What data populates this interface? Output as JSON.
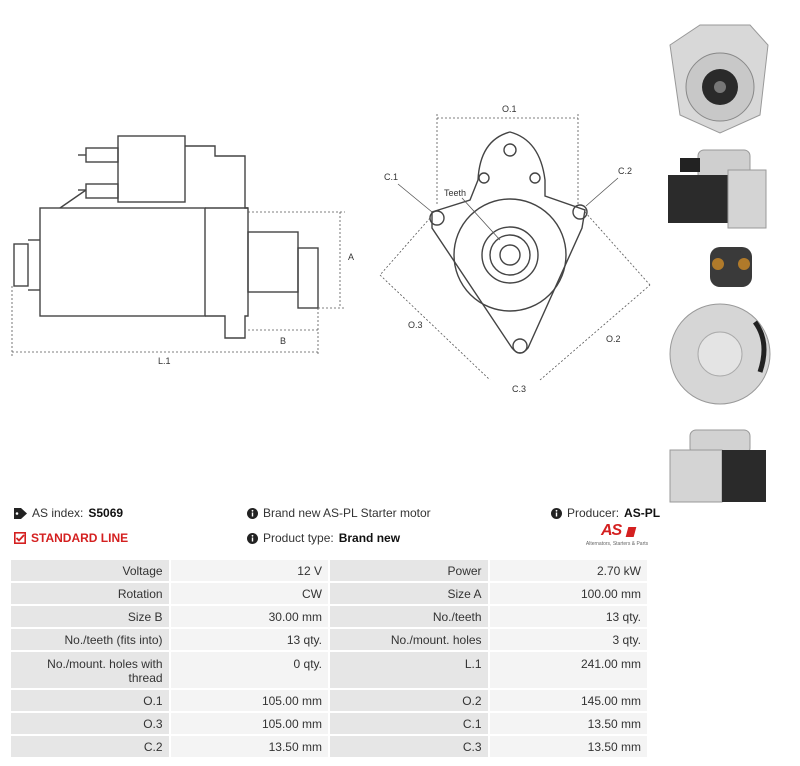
{
  "drawing_labels": {
    "A": "A",
    "B": "B",
    "L1": "L.1",
    "O1": "O.1",
    "O2": "O.2",
    "O3": "O.3",
    "C1": "C.1",
    "C2": "C.2",
    "C3": "C.3",
    "teeth": "Teeth"
  },
  "info": {
    "index_label": "AS index:",
    "index_value": "S5069",
    "standard_line": "STANDARD LINE",
    "description": "Brand new AS-PL Starter motor",
    "product_type_label": "Product type:",
    "product_type_value": "Brand new",
    "producer_label": "Producer:",
    "producer_value": "AS-PL",
    "logo_text": "AS",
    "logo_subtext": "Alternators, Starters & Parts"
  },
  "specs": [
    [
      "Voltage",
      "12 V",
      "Power",
      "2.70 kW"
    ],
    [
      "Rotation",
      "CW",
      "Size A",
      "100.00 mm"
    ],
    [
      "Size B",
      "30.00 mm",
      "No./teeth",
      "13 qty."
    ],
    [
      "No./teeth (fits into)",
      "13 qty.",
      "No./mount. holes",
      "3 qty."
    ],
    [
      "No./mount. holes with thread",
      "0 qty.",
      "L.1",
      "241.00 mm"
    ],
    [
      "O.1",
      "105.00 mm",
      "O.2",
      "145.00 mm"
    ],
    [
      "O.3",
      "105.00 mm",
      "C.1",
      "13.50 mm"
    ],
    [
      "C.2",
      "13.50 mm",
      "C.3",
      "13.50 mm"
    ]
  ],
  "colors": {
    "accent_red": "#d42020",
    "label_bg": "#e6e6e6",
    "value_bg": "#f4f4f4"
  }
}
